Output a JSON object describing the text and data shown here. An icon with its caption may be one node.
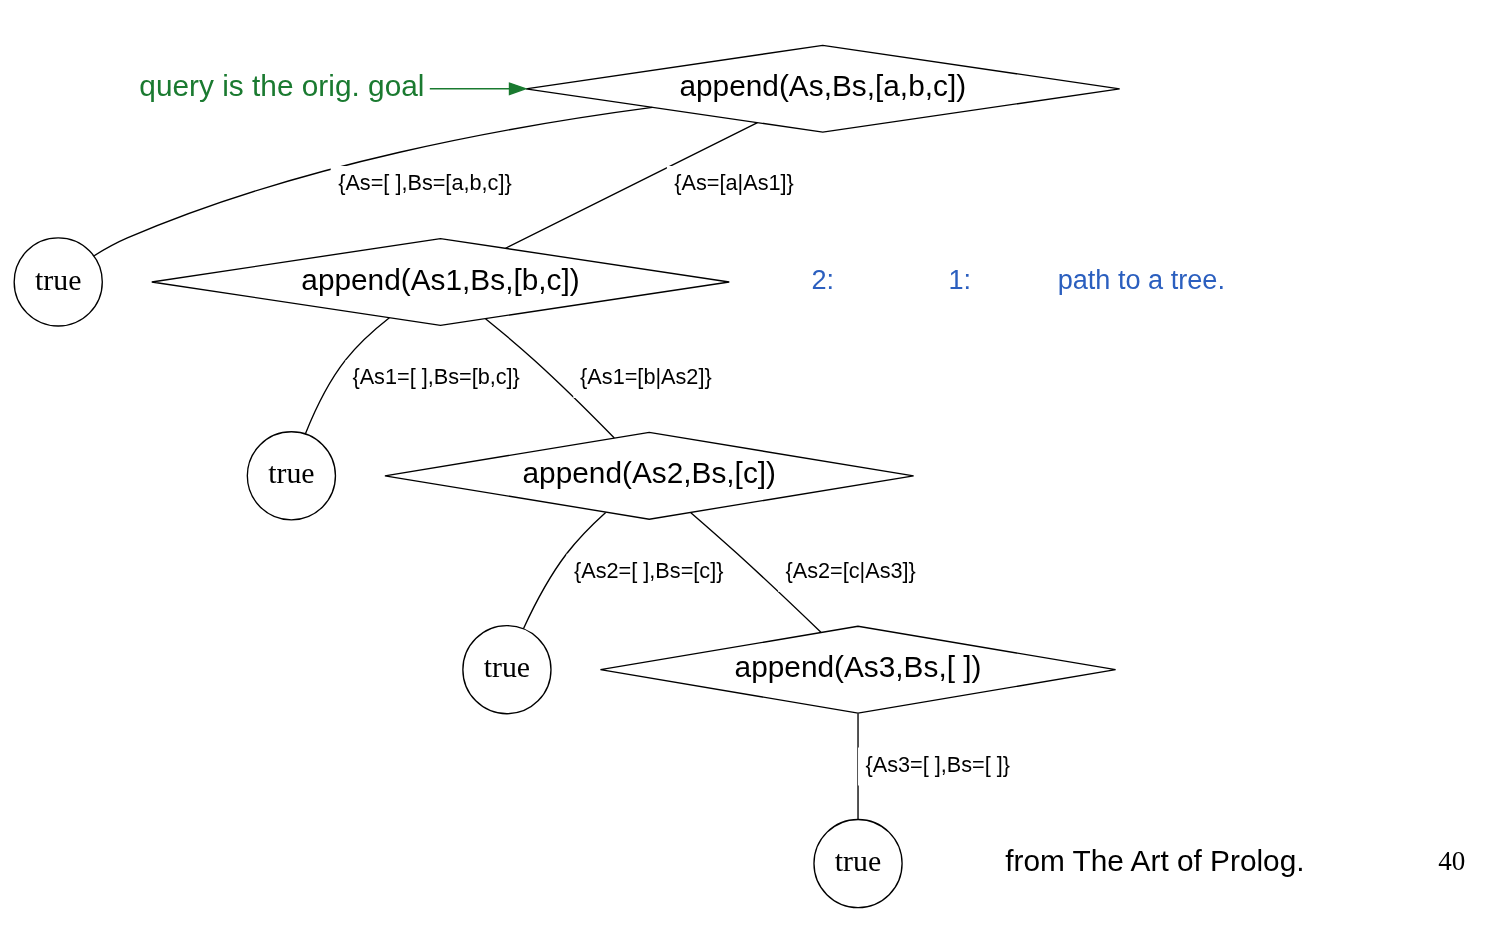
{
  "diagram": {
    "nodes": [
      {
        "text": [
          "append(As,Bs,[a,b,c])"
        ]
      },
      {
        "text": [
          "true"
        ]
      },
      {
        "text": [
          "append(As1,Bs,[b,c])"
        ]
      },
      {
        "text": [
          "true"
        ]
      },
      {
        "text": [
          "append(As2,Bs,[c])"
        ]
      },
      {
        "text": [
          "true"
        ]
      },
      {
        "text": [
          "append(As3,Bs,[ ])"
        ]
      },
      {
        "text": [
          "true"
        ]
      },
      {
        "text": [
          "query is the orig. goal"
        ]
      }
    ],
    "edges": [
      {
        "from": 0,
        "to": 2,
        "arrow": "none",
        "label": "{As=[a|As1]}"
      },
      {
        "from": 0,
        "to": 1,
        "arrow": "none",
        "label": "{As=[ ],Bs=[a,b,c]}"
      },
      {
        "from": 2,
        "to": 4,
        "arrow": "none",
        "label": "{As1=[b|As2]}"
      },
      {
        "from": 2,
        "to": 3,
        "arrow": "none",
        "label": "{As1=[ ],Bs=[b,c]}"
      },
      {
        "from": 4,
        "to": 6,
        "arrow": "none",
        "label": "{As2=[c|As3]}"
      },
      {
        "from": 4,
        "to": 5,
        "arrow": "none",
        "label": "{As2=[ ],Bs=[c]}"
      },
      {
        "from": 6,
        "to": 7,
        "arrow": "none",
        "label": "{As3=[ ],Bs=[ ]}"
      },
      {
        "from": 8,
        "to": 0,
        "arrow": "to",
        "color": "#1a7a30"
      }
    ],
    "labels": [
      "path to a tree.",
      "2:",
      "1:",
      "from The Art of Prolog.",
      "40"
    ]
  }
}
